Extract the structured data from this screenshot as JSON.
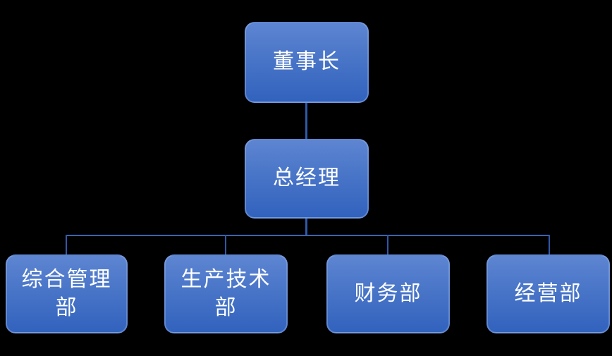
{
  "org_chart": {
    "background_color": "#000000",
    "node_style": {
      "fill_top": "#5d85d1",
      "fill_bottom": "#3162bd",
      "text_color": "#ffffff",
      "connector_vertical_color": "#2f58a8",
      "connector_bus_color": "#3c64ae"
    },
    "nodes": [
      {
        "id": "chairman",
        "label": "董事长",
        "level": 1,
        "parent": null
      },
      {
        "id": "general-manager",
        "label": "总经理",
        "level": 2,
        "parent": "chairman"
      },
      {
        "id": "dept-comprehensive-management",
        "label": "综合管理部",
        "level": 3,
        "parent": "general-manager"
      },
      {
        "id": "dept-production-technology",
        "label": "生产技术部",
        "level": 3,
        "parent": "general-manager"
      },
      {
        "id": "dept-finance",
        "label": "财务部",
        "level": 3,
        "parent": "general-manager"
      },
      {
        "id": "dept-business",
        "label": "经营部",
        "level": 3,
        "parent": "general-manager"
      }
    ]
  }
}
